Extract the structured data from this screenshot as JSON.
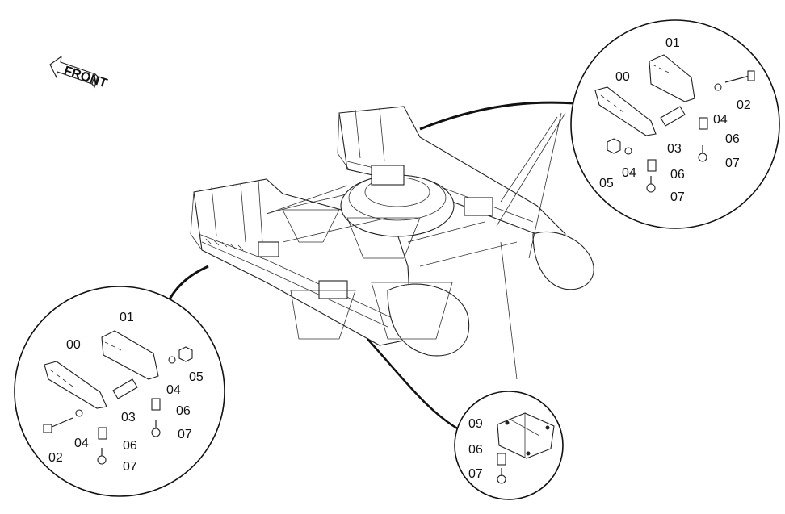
{
  "front_arrow": {
    "label": "FRONT"
  },
  "callouts": {
    "top_right": [
      {
        "id": "tr-01",
        "text": "01"
      },
      {
        "id": "tr-00",
        "text": "00"
      },
      {
        "id": "tr-04a",
        "text": "04"
      },
      {
        "id": "tr-02",
        "text": "02"
      },
      {
        "id": "tr-06a",
        "text": "06"
      },
      {
        "id": "tr-03",
        "text": "03"
      },
      {
        "id": "tr-07a",
        "text": "07"
      },
      {
        "id": "tr-04b",
        "text": "04"
      },
      {
        "id": "tr-06b",
        "text": "06"
      },
      {
        "id": "tr-05",
        "text": "05"
      },
      {
        "id": "tr-07b",
        "text": "07"
      }
    ],
    "left": [
      {
        "id": "l-01",
        "text": "01"
      },
      {
        "id": "l-00",
        "text": "00"
      },
      {
        "id": "l-05",
        "text": "05"
      },
      {
        "id": "l-04a",
        "text": "04"
      },
      {
        "id": "l-06a",
        "text": "06"
      },
      {
        "id": "l-03",
        "text": "03"
      },
      {
        "id": "l-07a",
        "text": "07"
      },
      {
        "id": "l-04b",
        "text": "04"
      },
      {
        "id": "l-06b",
        "text": "06"
      },
      {
        "id": "l-02",
        "text": "02"
      },
      {
        "id": "l-07b",
        "text": "07"
      }
    ],
    "bottom": [
      {
        "id": "b-09",
        "text": "09"
      },
      {
        "id": "b-06",
        "text": "06"
      },
      {
        "id": "b-07",
        "text": "07"
      }
    ]
  }
}
